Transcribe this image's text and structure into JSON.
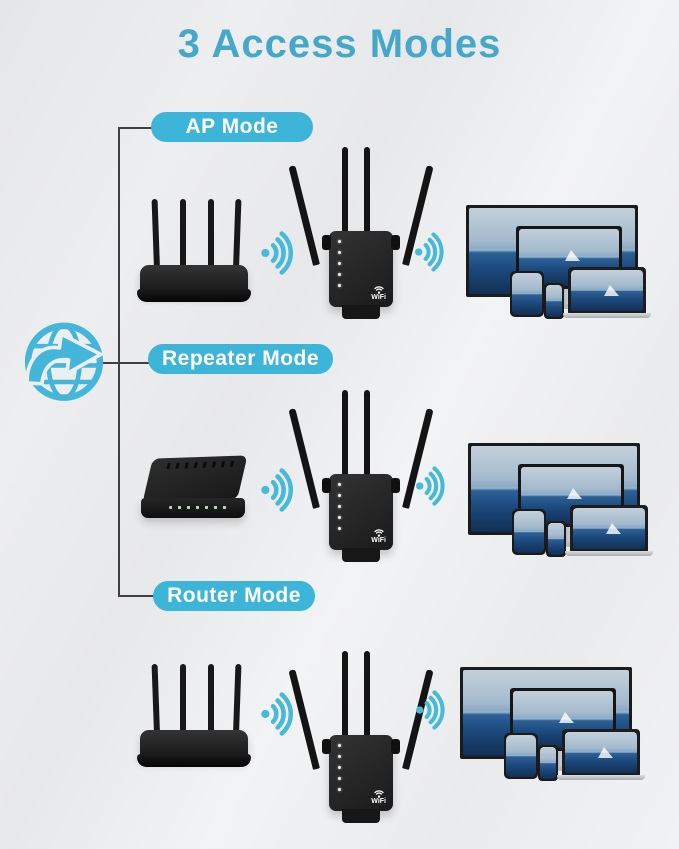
{
  "title": "3 Access Modes",
  "colors": {
    "title_text": "#46a8c9",
    "pill_background": "#3db5d9",
    "pill_text": "#ffffff",
    "wifi_icon": "#49b9d8",
    "globe_icon": "#43b6da",
    "connector_line": "#3f3f3f",
    "background": "#eceDEE",
    "device_black": "#1b1b1b",
    "modem_led_green": "#b9e2bd"
  },
  "internet": {
    "icon": "globe-with-arrow-icon"
  },
  "modes": [
    {
      "label": "AP Mode",
      "source_device": "wifi-router",
      "middle_device": "wifi-extender",
      "clients": [
        "tv",
        "monitor",
        "tablet",
        "phone",
        "laptop"
      ]
    },
    {
      "label": "Repeater Mode",
      "source_device": "modem",
      "middle_device": "wifi-extender",
      "clients": [
        "tv",
        "monitor",
        "tablet",
        "phone",
        "laptop"
      ]
    },
    {
      "label": "Router Mode",
      "source_device": "wifi-router",
      "middle_device": "wifi-extender",
      "clients": [
        "tv",
        "monitor",
        "tablet",
        "phone",
        "laptop"
      ]
    }
  ],
  "extender": {
    "logo_text": "WiFi",
    "led_count": 5
  }
}
